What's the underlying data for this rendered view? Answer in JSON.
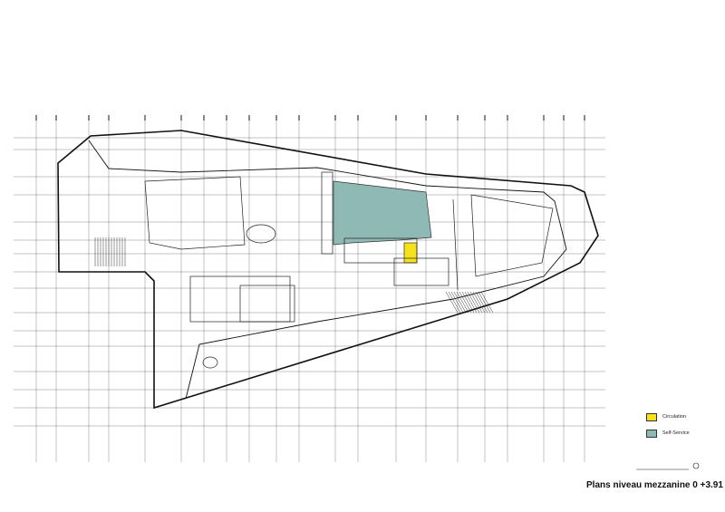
{
  "legend": [
    {
      "label": "Circulation",
      "color": "#F5E21B"
    },
    {
      "label": "Self-Service",
      "color": "#8FB9B5"
    }
  ],
  "title": "Plans niveau mezzanine 0 +3.91"
}
